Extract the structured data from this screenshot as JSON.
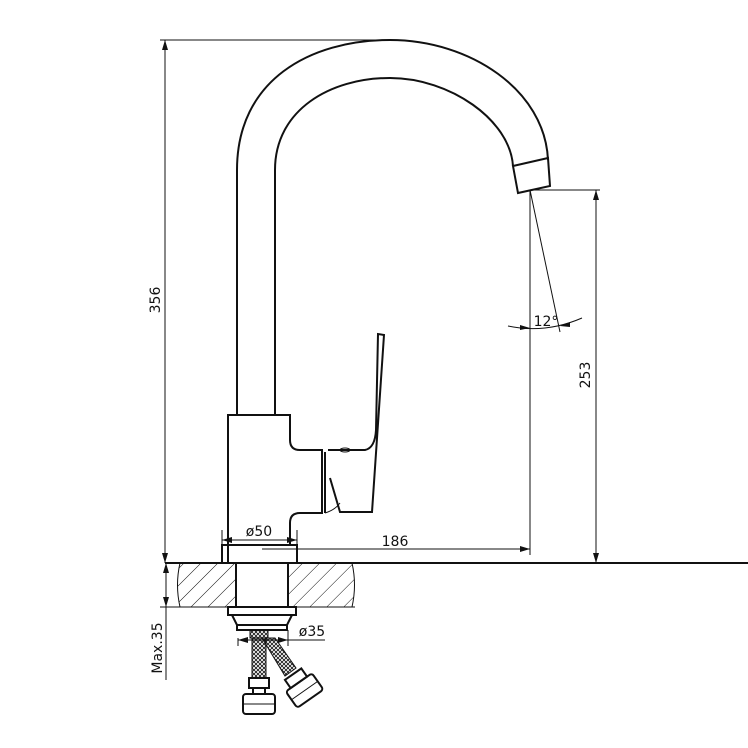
{
  "drawing": {
    "dimensions": {
      "total_height": "356",
      "spout_height": "253",
      "spout_reach": "186",
      "base_diameter": "ø50",
      "shank_diameter": "ø35",
      "max_counter_thickness": "Max.35",
      "spout_angle": "12°"
    },
    "colors": {
      "line": "#111111",
      "background": "#ffffff"
    }
  }
}
